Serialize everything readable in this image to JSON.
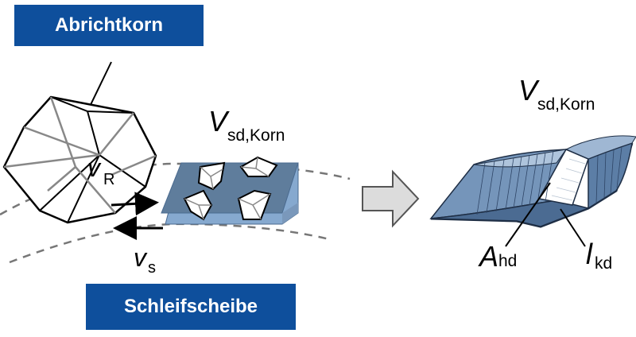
{
  "labels": {
    "dressing_grain": "Abrichtkorn",
    "grinding_wheel": "Schleifscheibe"
  },
  "symbols": {
    "vR_main": "v",
    "vR_sub": "R",
    "vs_main": "v",
    "vs_sub": "s",
    "vsd_left_main": "V",
    "vsd_left_sub": "sd,Korn",
    "vsd_right_main": "V",
    "vsd_right_sub": "sd,Korn",
    "ahd_main": "A",
    "ahd_sub": "hd",
    "lkd_main": "l",
    "lkd_sub": "kd"
  },
  "colors": {
    "label_bg": "#0e4f9c",
    "slab_top": "#5f7d9c",
    "slab_side": "#86a9cf",
    "chip_fill": "#6d8cb3",
    "arrow_fill": "#dcdcdc"
  }
}
